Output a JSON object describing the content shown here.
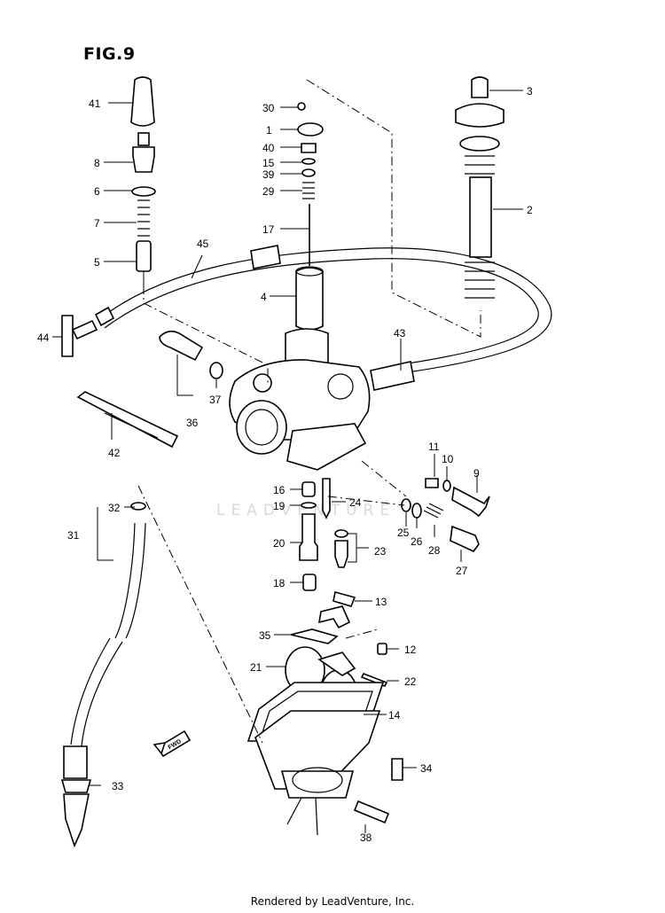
{
  "figure": {
    "title": "FIG.9"
  },
  "footer": {
    "text": "Rendered by LeadVenture, Inc."
  },
  "watermark": {
    "text": "LEADVENTURE"
  },
  "fwd_label": "FWD",
  "callouts": [
    "1",
    "2",
    "3",
    "4",
    "5",
    "6",
    "7",
    "8",
    "9",
    "10",
    "11",
    "12",
    "13",
    "14",
    "15",
    "16",
    "17",
    "18",
    "19",
    "20",
    "21",
    "22",
    "23",
    "24",
    "25",
    "26",
    "27",
    "28",
    "29",
    "30",
    "31",
    "32",
    "33",
    "34",
    "35",
    "36",
    "37",
    "38",
    "39",
    "40",
    "41",
    "42",
    "43",
    "44",
    "45"
  ],
  "icons": [
    "carburetor-body-icon",
    "float-chamber-icon",
    "throttle-cable-icon",
    "fuel-hose-icon",
    "spark-plug-cap-icon",
    "fwd-arrow-icon"
  ]
}
